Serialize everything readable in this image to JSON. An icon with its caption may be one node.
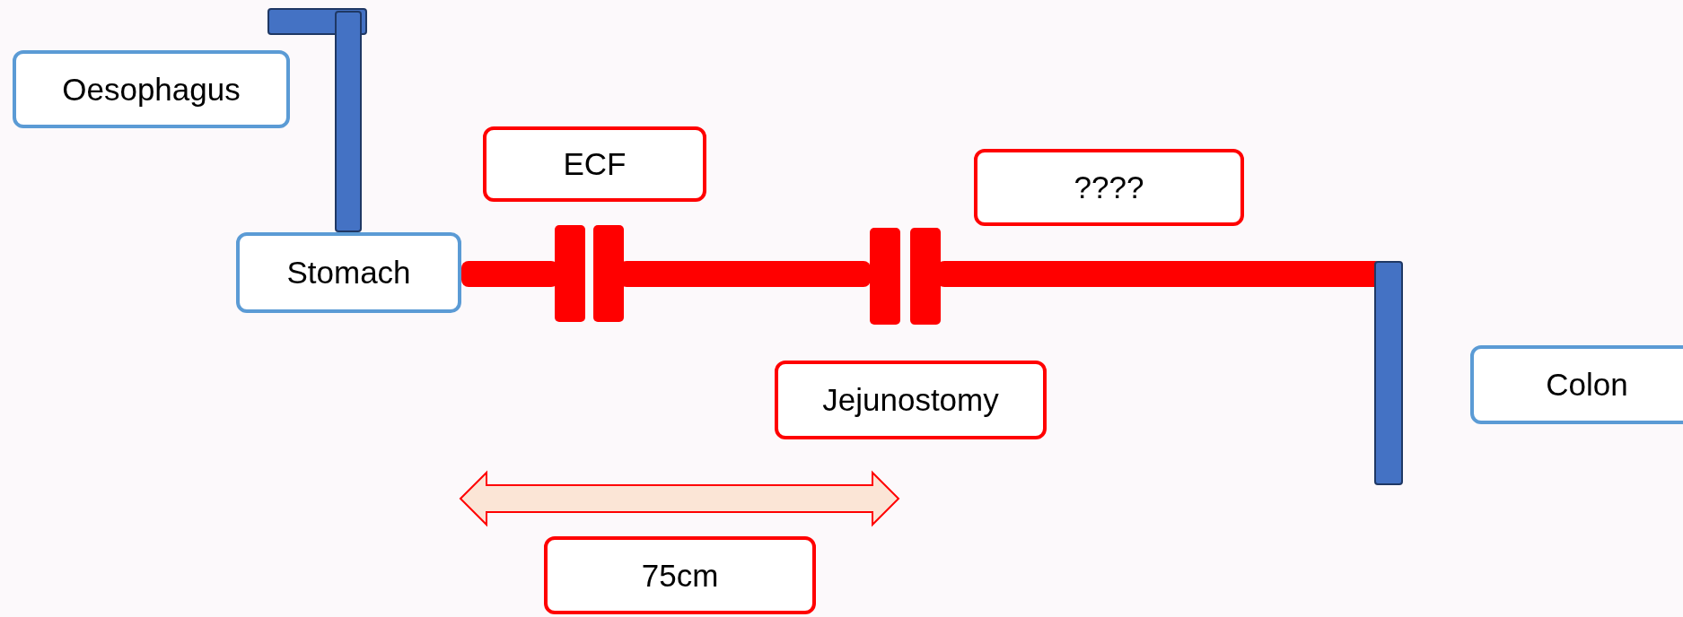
{
  "diagram": {
    "nodes": [
      {
        "text": [
          "Oesophagus"
        ]
      },
      {
        "text": [
          "ECF"
        ]
      },
      {
        "text": [
          "????"
        ]
      },
      {
        "text": [
          "Stomach"
        ]
      },
      {
        "text": [
          "Jejunostomy"
        ]
      },
      {
        "text": [
          "Colon"
        ]
      },
      {
        "text": [
          "75cm"
        ]
      }
    ]
  }
}
